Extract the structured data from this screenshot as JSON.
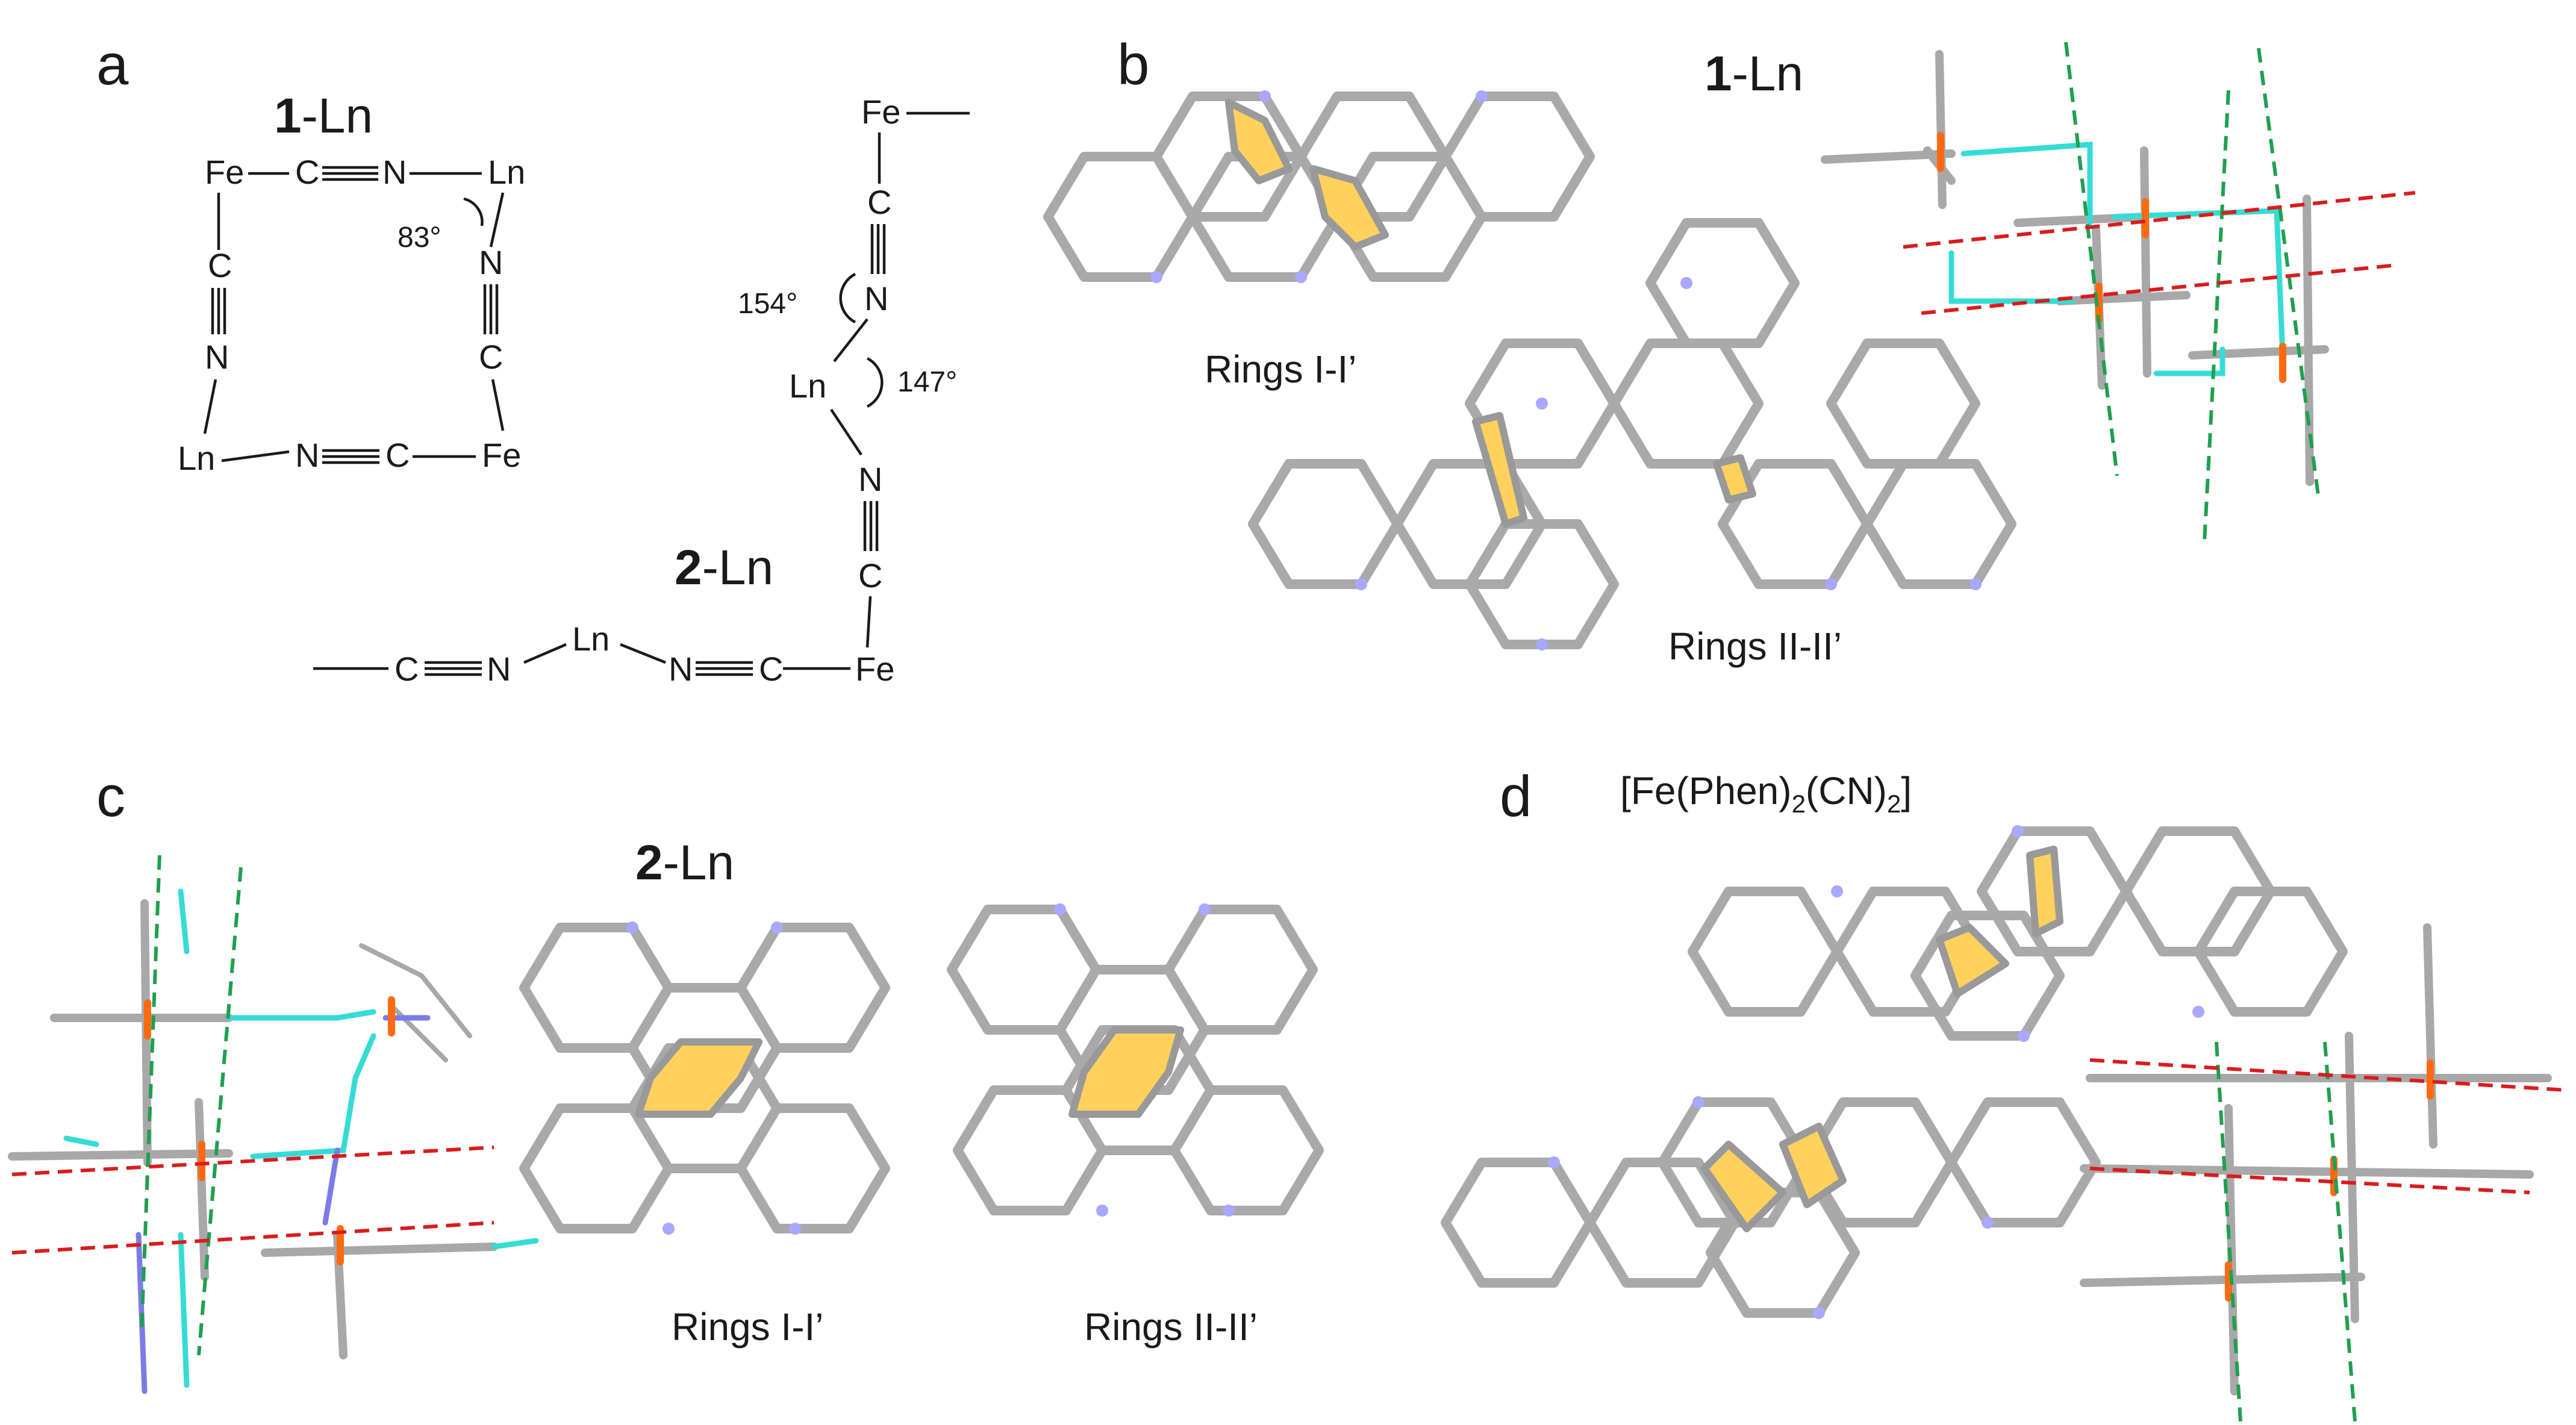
{
  "panels": {
    "a": {
      "letter": "a",
      "title_bold": "1",
      "title_rest": "-Ln",
      "square": {
        "fe_top": "Fe",
        "c_top": "C",
        "n_top": "N",
        "ln_top": "Ln",
        "angle": "83°",
        "c_left": "C",
        "n_left": "N",
        "ln_bottom": "Ln",
        "n_right": "N",
        "c_right": "C",
        "n_bottom": "N",
        "c_bottom": "C",
        "fe_bottom": "Fe"
      },
      "chain_title_bold": "2",
      "chain_title_rest": "-Ln",
      "chain": {
        "fe_top": "Fe",
        "c1": "C",
        "n1": "N",
        "angle1": "154°",
        "ln_mid": "Ln",
        "angle2": "147°",
        "n2": "N",
        "c2": "C",
        "fe_bottom": "Fe",
        "c3": "C",
        "n3": "N",
        "ln_bottom": "Ln",
        "n4": "N",
        "c4": "C"
      }
    },
    "b": {
      "letter": "b",
      "title_bold": "1",
      "title_rest": "-Ln",
      "caption_1": "Rings I-I’",
      "caption_2": "Rings II-II’"
    },
    "c": {
      "letter": "c",
      "title_bold": "2",
      "title_rest": "-Ln",
      "caption_1": "Rings I-I’",
      "caption_2": "Rings II-II’"
    },
    "d": {
      "letter": "d",
      "title": "[Fe(Phen)",
      "sub1": "2",
      "mid": "(CN)",
      "sub2": "2",
      "close": "]"
    }
  },
  "colors": {
    "carbon": "#a9a9a9",
    "nitrogen": "#a8a8ff",
    "overlap_fill": "#ffd15c",
    "iron": "#ff6a10",
    "cyanide_link": "#35dcd5",
    "guide_green": "#1fa04f",
    "guide_red": "#d91c1c"
  }
}
